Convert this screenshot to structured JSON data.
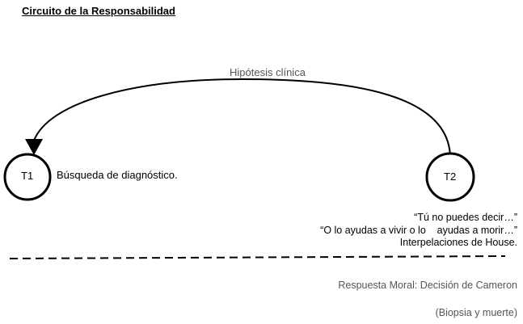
{
  "title": "Circuito de la Responsabilidad",
  "arc_label": "Hipótesis clínica",
  "nodes": {
    "t1": {
      "label": "T1",
      "description": "Búsqueda de diagnóstico."
    },
    "t2": {
      "label": "T2"
    }
  },
  "quotes": {
    "line1": "“Tú no puedes decir…”",
    "line2": "“O lo ayudas a vivir o lo    ayudas a morir…”",
    "line3": "Interpelaciones de House."
  },
  "response": "Respuesta Moral: Decisión de Cameron",
  "footnote": "(Biopsia y muerte)"
}
